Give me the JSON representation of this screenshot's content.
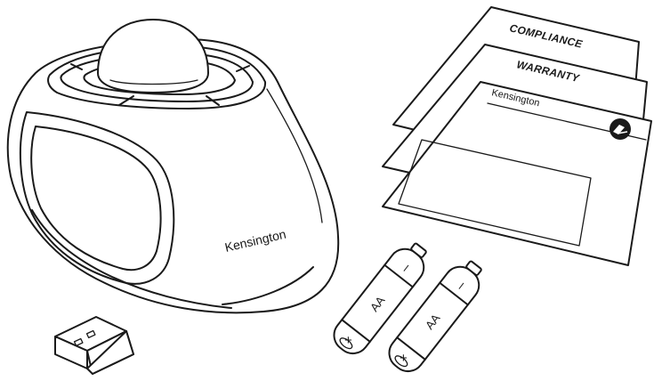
{
  "documents": {
    "compliance_title": "COMPLIANCE",
    "warranty_title": "WARRANTY",
    "guide_brand": "Kensington"
  },
  "trackball": {
    "brand": "Kensington"
  },
  "batteries": [
    {
      "size": "AA",
      "plus": "+",
      "minus": "–"
    },
    {
      "size": "AA",
      "plus": "+",
      "minus": "–"
    }
  ]
}
